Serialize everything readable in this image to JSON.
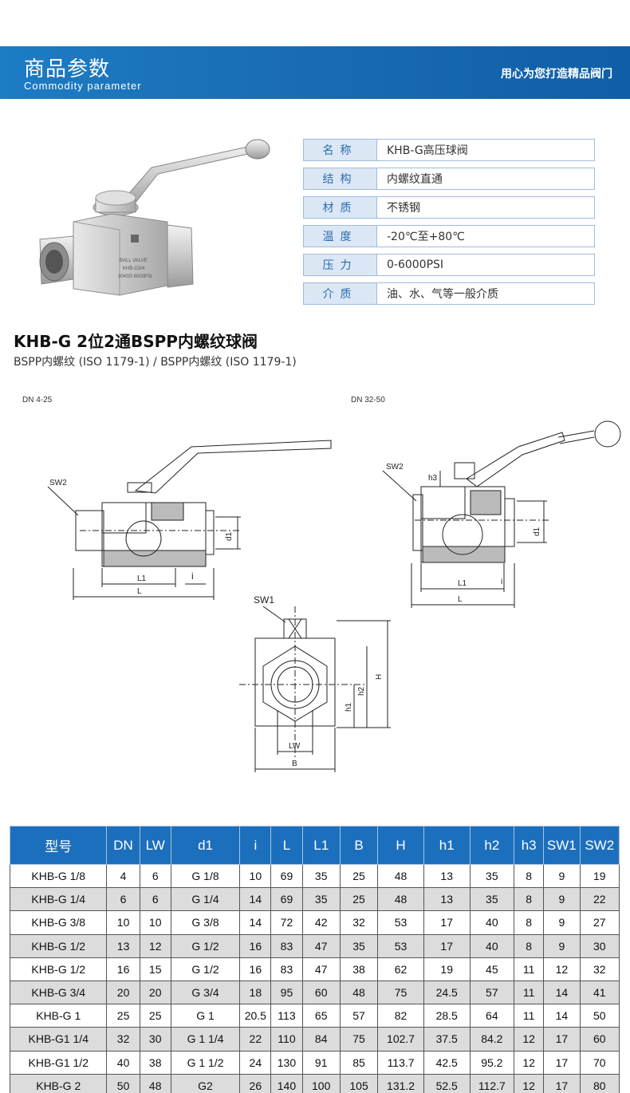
{
  "banner": {
    "title": "商品参数",
    "subtitle": "Commodity parameter",
    "slogan": "用心为您打造精品阀门"
  },
  "product_image": {
    "marking_lines": [
      "BALL VALVE",
      "KHB-G3/4",
      "304SS 6000PSI"
    ]
  },
  "specs": [
    {
      "key": "名称",
      "value": "KHB-G高压球阀"
    },
    {
      "key": "结构",
      "value": "内螺纹直通"
    },
    {
      "key": "材质",
      "value": "不锈钢"
    },
    {
      "key": "温度",
      "value": "-20℃至+80℃"
    },
    {
      "key": "压力",
      "value": "0-6000PSI"
    },
    {
      "key": "介质",
      "value": "油、水、气等一般介质"
    }
  ],
  "model": {
    "title": "KHB-G   2位2通BSPP内螺纹球阀",
    "subtitle": "BSPP内螺纹 (ISO 1179-1) / BSPP内螺纹 (ISO 1179-1)"
  },
  "drawings": {
    "left_label": "DN 4-25",
    "right_label": "DN 32-50",
    "dims": {
      "sw2": "SW2",
      "sw1": "SW1",
      "d1": "d1",
      "l1": "L1",
      "l": "L",
      "i": "i",
      "h": "H",
      "h1": "h1",
      "h2": "h2",
      "h3": "h3",
      "lw": "LW",
      "b": "B"
    }
  },
  "table": {
    "headers": [
      "型号",
      "DN",
      "LW",
      "d1",
      "i",
      "L",
      "L1",
      "B",
      "H",
      "h1",
      "h2",
      "h3",
      "SW1",
      "SW2"
    ],
    "rows": [
      [
        "KHB-G 1/8",
        "4",
        "6",
        "G 1/8",
        "10",
        "69",
        "35",
        "25",
        "48",
        "13",
        "35",
        "8",
        "9",
        "19"
      ],
      [
        "KHB-G 1/4",
        "6",
        "6",
        "G 1/4",
        "14",
        "69",
        "35",
        "25",
        "48",
        "13",
        "35",
        "8",
        "9",
        "22"
      ],
      [
        "KHB-G 3/8",
        "10",
        "10",
        "G 3/8",
        "14",
        "72",
        "42",
        "32",
        "53",
        "17",
        "40",
        "8",
        "9",
        "27"
      ],
      [
        "KHB-G 1/2",
        "13",
        "12",
        "G 1/2",
        "16",
        "83",
        "47",
        "35",
        "53",
        "17",
        "40",
        "8",
        "9",
        "30"
      ],
      [
        "KHB-G 1/2",
        "16",
        "15",
        "G 1/2",
        "16",
        "83",
        "47",
        "38",
        "62",
        "19",
        "45",
        "11",
        "12",
        "32"
      ],
      [
        "KHB-G 3/4",
        "20",
        "20",
        "G 3/4",
        "18",
        "95",
        "60",
        "48",
        "75",
        "24.5",
        "57",
        "11",
        "14",
        "41"
      ],
      [
        "KHB-G 1",
        "25",
        "25",
        "G 1",
        "20.5",
        "113",
        "65",
        "57",
        "82",
        "28.5",
        "64",
        "11",
        "14",
        "50"
      ],
      [
        "KHB-G1 1/4",
        "32",
        "30",
        "G 1 1/4",
        "22",
        "110",
        "84",
        "75",
        "102.7",
        "37.5",
        "84.2",
        "12",
        "17",
        "60"
      ],
      [
        "KHB-G1 1/2",
        "40",
        "38",
        "G 1 1/2",
        "24",
        "130",
        "91",
        "85",
        "113.7",
        "42.5",
        "95.2",
        "12",
        "17",
        "70"
      ],
      [
        "KHB-G 2",
        "50",
        "48",
        "G2",
        "26",
        "140",
        "100",
        "105",
        "131.2",
        "52.5",
        "112.7",
        "12",
        "17",
        "80"
      ]
    ]
  }
}
